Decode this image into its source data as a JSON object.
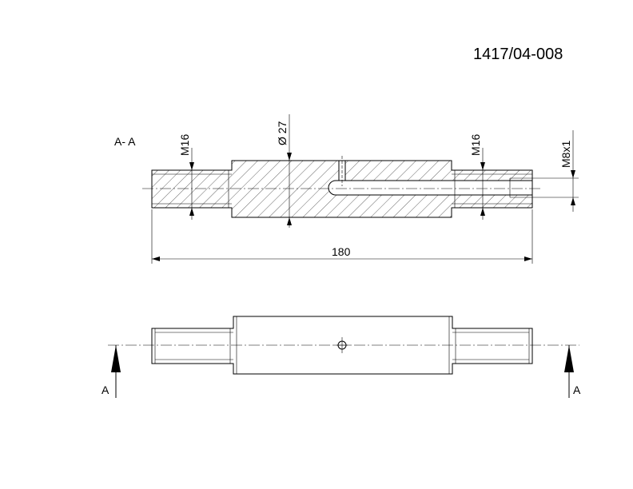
{
  "drawing": {
    "number": "1417/04-008",
    "section_label": "A- A",
    "dimensions": {
      "thread_left": "M16",
      "diameter": "Ø 27",
      "thread_right": "M16",
      "fine_thread": "M8x1",
      "overall_length": "180"
    },
    "cut_marker_left": "A",
    "cut_marker_right": "A"
  }
}
